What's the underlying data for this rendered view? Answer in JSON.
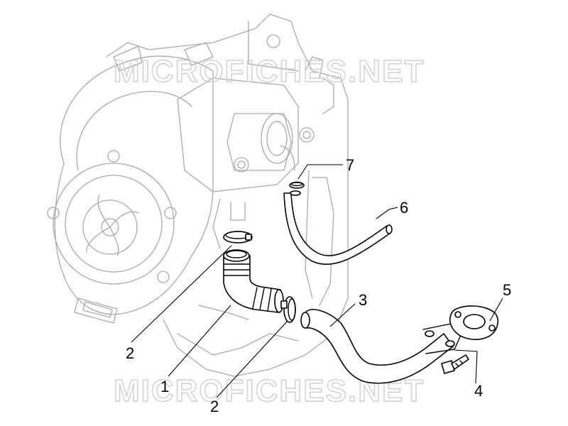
{
  "watermarks": [
    "MICROFICHES.NET",
    "MICROFICHES.NET"
  ],
  "callouts": [
    {
      "id": "callout-1",
      "label": "1",
      "part": "elbow-hose"
    },
    {
      "id": "callout-2a",
      "label": "2",
      "part": "hose-clamp-upper"
    },
    {
      "id": "callout-2b",
      "label": "2",
      "part": "hose-clamp-lower"
    },
    {
      "id": "callout-3",
      "label": "3",
      "part": "bent-pipe"
    },
    {
      "id": "callout-4",
      "label": "4",
      "part": "bolt"
    },
    {
      "id": "callout-5",
      "label": "5",
      "part": "flange-gasket"
    },
    {
      "id": "callout-6",
      "label": "6",
      "part": "vent-tube"
    },
    {
      "id": "callout-7",
      "label": "7",
      "part": "small-clip"
    }
  ],
  "colors": {
    "part_stroke": "#000000",
    "ghost_stroke": "#a9a9a9",
    "watermark": "#cfcfcf"
  }
}
